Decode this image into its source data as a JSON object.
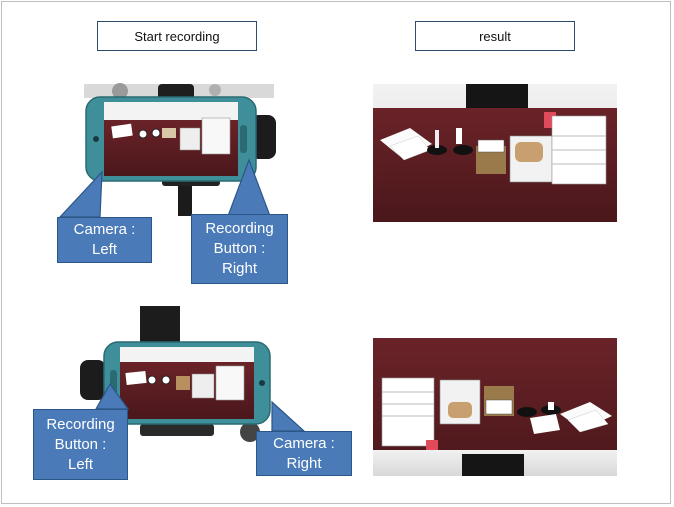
{
  "headers": {
    "start": "Start recording",
    "result": "result"
  },
  "callouts": {
    "top_camera": "Camera :\nLeft",
    "top_button": "Recording\nButton :\nRight",
    "bottom_button": "Recording\nButton :\nLeft",
    "bottom_camera": "Camera :\nRight"
  },
  "colors": {
    "callout_fill": "#4a7ab8",
    "phone_teal": "#3f8f9a",
    "table_wood": "#5a1e22",
    "wall": "#e6e6e6"
  }
}
